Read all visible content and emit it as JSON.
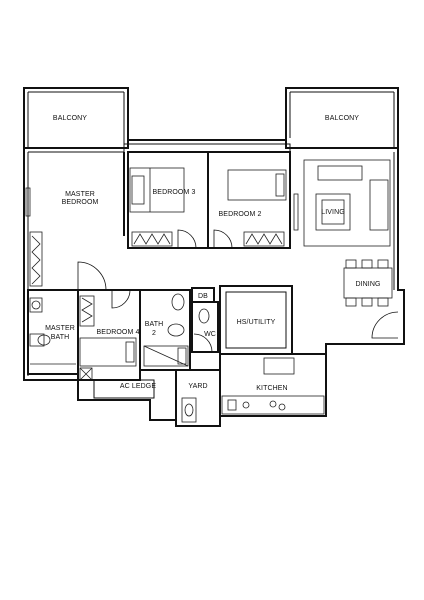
{
  "rooms": {
    "balcony_left": "BALCONY",
    "balcony_right": "BALCONY",
    "master_bedroom_line1": "MASTER",
    "master_bedroom_line2": "BEDROOM",
    "bedroom3": "BEDROOM 3",
    "bedroom2": "BEDROOM 2",
    "living": "LIVING",
    "dining": "DINING",
    "master_bath_line1": "MASTER",
    "master_bath_line2": "BATH",
    "bedroom4": "BEDROOM 4",
    "bath2_line1": "BATH",
    "bath2_line2": "2",
    "db": "DB",
    "wc": "WC",
    "hs_utility": "HS/UTILITY",
    "ac_ledge": "AC LEDGE",
    "yard": "YARD",
    "kitchen": "KITCHEN"
  }
}
